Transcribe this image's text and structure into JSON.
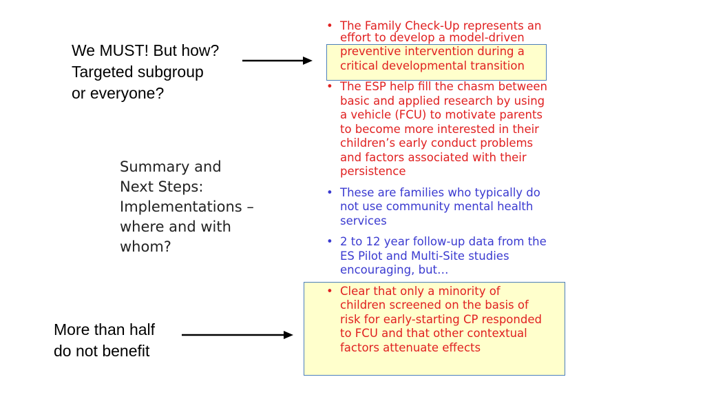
{
  "colors": {
    "red_text": "#e02020",
    "blue_text": "#3a3ad0",
    "highlight_fill": "#ffffcc",
    "box_border": "#4a7ebb"
  },
  "left_notes": {
    "top_question": [
      "We MUST! But how?",
      "Targeted subgroup",
      "or everyone?"
    ],
    "bottom_statement": [
      "More than half",
      "do not benefit"
    ]
  },
  "title": [
    "Summary and",
    "Next Steps:",
    "Implementations –",
    "where and with",
    "whom?"
  ],
  "bullets": [
    {
      "color": "red",
      "lines": [
        "The Family Check-Up represents an",
        "effort to develop a model-driven",
        "preventive intervention during a",
        "critical  developmental transition"
      ]
    },
    {
      "color": "red",
      "lines": [
        "The ESP help fill the chasm between",
        "basic and applied research by using",
        "a vehicle (FCU) to motivate parents",
        "to become more interested in their",
        "children’s early conduct problems",
        "and factors associated with their",
        "persistence"
      ]
    },
    {
      "color": "blue",
      "lines": [
        "These are families who typically do",
        "not use community mental health",
        "services"
      ]
    },
    {
      "color": "blue",
      "lines": [
        "2 to 12 year follow-up data from the",
        "ES Pilot and Multi-Site studies",
        "encouraging, but…"
      ]
    },
    {
      "color": "red",
      "lines": [
        "Clear that only a minority of",
        "children screened on the basis of",
        "risk for early-starting CP responded",
        "to FCU and that other contextual",
        "factors attenuate effects"
      ]
    }
  ]
}
